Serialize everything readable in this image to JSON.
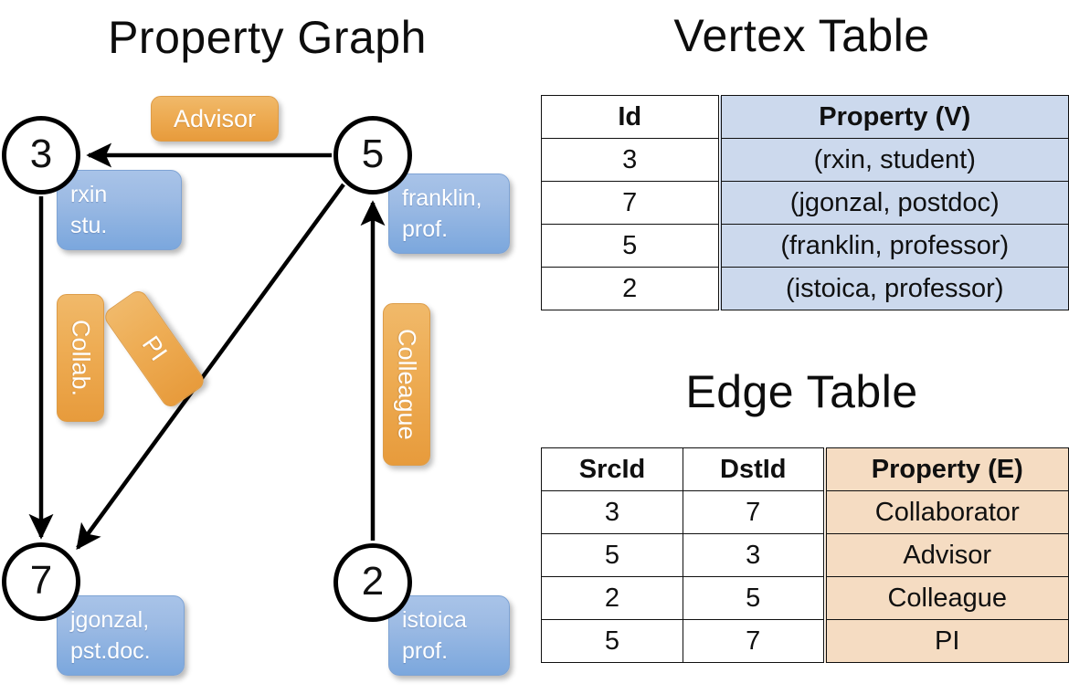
{
  "headings": {
    "property_graph": "Property Graph",
    "vertex_table": "Vertex Table",
    "edge_table": "Edge Table"
  },
  "graph": {
    "nodes": [
      {
        "id": "3",
        "property": "rxin\nstu.",
        "line1": "rxin",
        "line2": "stu."
      },
      {
        "id": "5",
        "property": "franklin,\nprof.",
        "line1": "franklin,",
        "line2": "prof."
      },
      {
        "id": "7",
        "property": "jgonzal,\npst.doc.",
        "line1": "jgonzal,",
        "line2": "pst.doc."
      },
      {
        "id": "2",
        "property": "istoica\nprof.",
        "line1": "istoica",
        "line2": "prof."
      }
    ],
    "edge_labels": [
      {
        "text": "Advisor",
        "orientation": "horizontal"
      },
      {
        "text": "Collab.",
        "orientation": "vertical"
      },
      {
        "text": "PI",
        "orientation": "rotated"
      },
      {
        "text": "Colleague",
        "orientation": "vertical"
      }
    ]
  },
  "vertex_table": {
    "columns": [
      "Id",
      "Property (V)"
    ],
    "rows": [
      {
        "id": "3",
        "property": "(rxin, student)"
      },
      {
        "id": "7",
        "property": "(jgonzal, postdoc)"
      },
      {
        "id": "5",
        "property": "(franklin, professor)"
      },
      {
        "id": "2",
        "property": "(istoica, professor)"
      }
    ]
  },
  "edge_table": {
    "columns": [
      "SrcId",
      "DstId",
      "Property (E)"
    ],
    "rows": [
      {
        "src": "3",
        "dst": "7",
        "property": "Collaborator"
      },
      {
        "src": "5",
        "dst": "3",
        "property": "Advisor"
      },
      {
        "src": "2",
        "dst": "5",
        "property": "Colleague"
      },
      {
        "src": "5",
        "dst": "7",
        "property": "PI"
      }
    ]
  },
  "colors": {
    "vertex_property_fill": "#ccd9ed",
    "edge_property_fill": "#f5dcc2",
    "node_box_blue": "#8fb4e3",
    "edge_label_orange": "#eead55",
    "stroke": "#101010"
  }
}
